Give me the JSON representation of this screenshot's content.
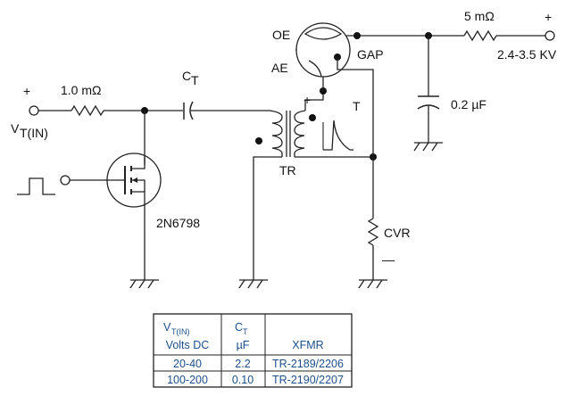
{
  "labels": {
    "plus_left": "+",
    "vt_main": "V",
    "vt_sub": "T(IN)",
    "r1": "1.0 mΩ",
    "ct_main": "C",
    "ct_sub": "T",
    "fet": "2N6798",
    "oe": "OE",
    "ae": "AE",
    "gap": "GAP",
    "r_top": "5 mΩ",
    "plus_right": "+",
    "hv": "2.4-3.5 KV",
    "cap": "0.2 µF",
    "tr_plus": "+",
    "t": "T",
    "tr": "TR",
    "cvr": "CVR",
    "cvr_minus": "—"
  },
  "table": {
    "headers": [
      {
        "line1_main": "V",
        "line1_sub": "T(IN)",
        "line2": "Volts DC"
      },
      {
        "line1_main": "C",
        "line1_sub": "T",
        "line2": "µF"
      },
      {
        "line1_main": "",
        "line1_sub": "",
        "line2": "XFMR"
      }
    ],
    "rows": [
      [
        "20-40",
        "2.2",
        "TR-2189/2206"
      ],
      [
        "100-200",
        "0.10",
        "TR-2190/2207"
      ]
    ]
  },
  "colors": {
    "line": "#222222",
    "table_text": "#1d4f8c"
  }
}
